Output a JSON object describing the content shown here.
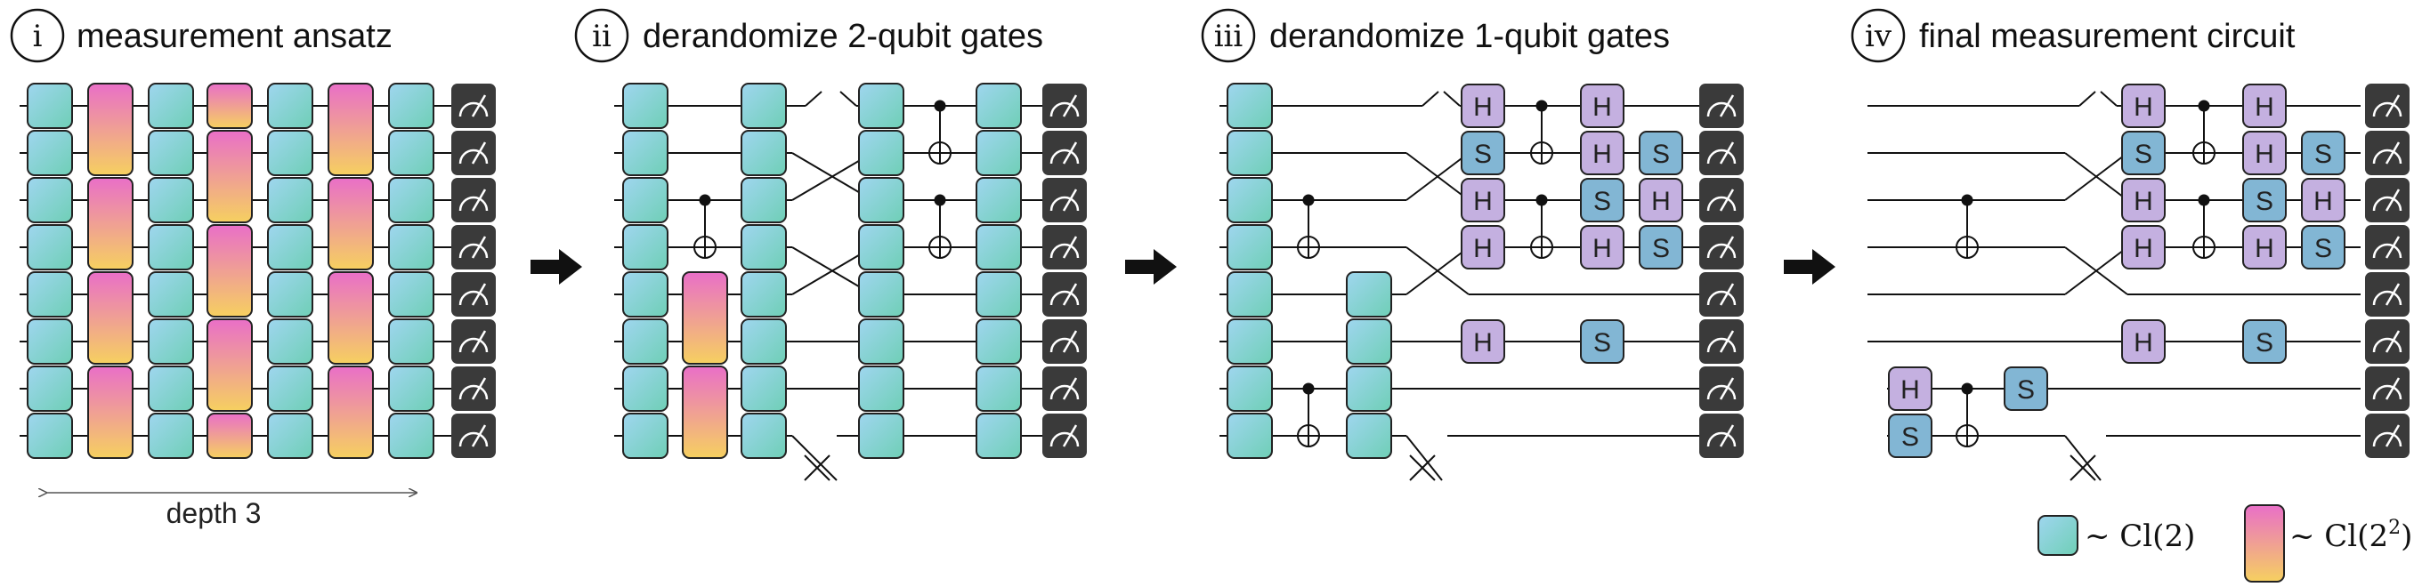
{
  "panels": [
    {
      "id": "i",
      "title": "measurement ansatz"
    },
    {
      "id": "ii",
      "title": "derandomize 2-qubit gates"
    },
    {
      "id": "iii",
      "title": "derandomize 1-qubit gates"
    },
    {
      "id": "iv",
      "title": "final measurement circuit"
    }
  ],
  "depth_label": "depth 3",
  "gate_labels": {
    "h": "H",
    "s": "S"
  },
  "legend": {
    "one_qubit": "~ Cl(2)",
    "two_qubit_prefix": "~ Cl(2",
    "two_qubit_exp": "2",
    "two_qubit_suffix": ")"
  },
  "colors": {
    "cl2_from": "#9fd6ef",
    "cl2_to": "#6fcfb6",
    "cl4_top": "#e96fc8",
    "cl4_bottom": "#f6d060",
    "h_gate": "#c4b0e0",
    "s_gate": "#82b6d4",
    "meter": "#3a3a3a",
    "arrow": "#111111"
  }
}
